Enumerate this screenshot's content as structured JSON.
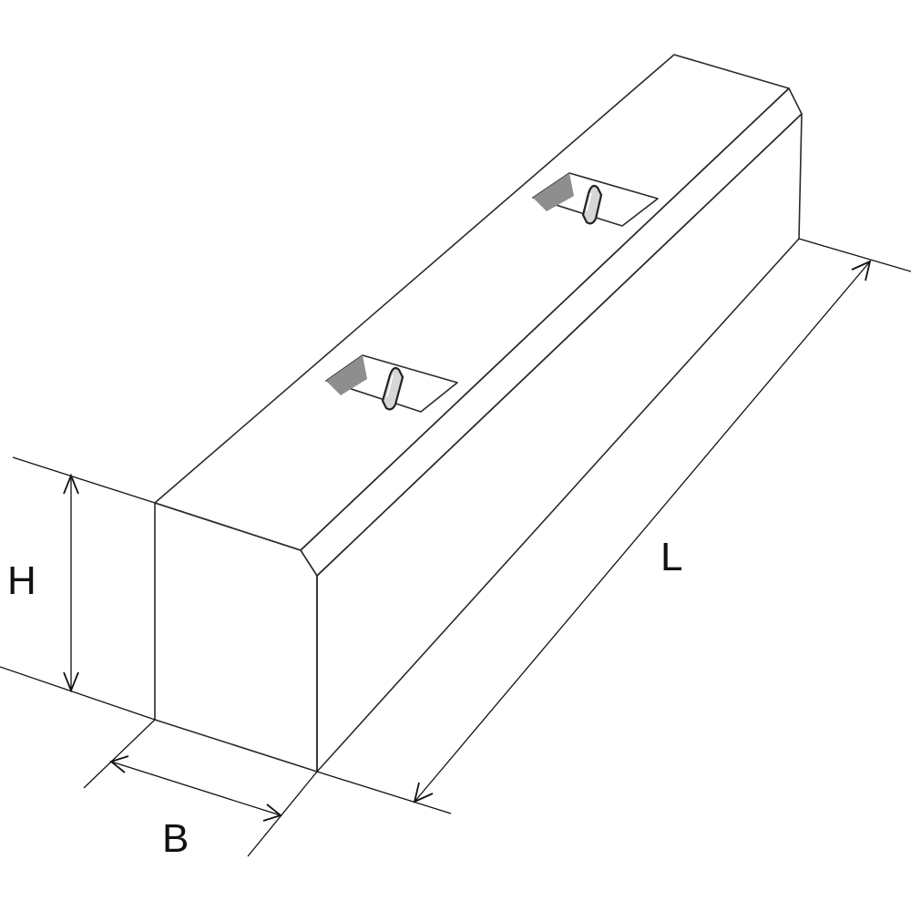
{
  "labels": {
    "height": "H",
    "width": "B",
    "length": "L"
  },
  "colors": {
    "top_face": "#e8e8e8",
    "side_face": "#e3e3e3",
    "front_face": "#cfcfcf",
    "edge": "#2a2a2a",
    "dimension": "#111111",
    "background": "#ffffff"
  }
}
